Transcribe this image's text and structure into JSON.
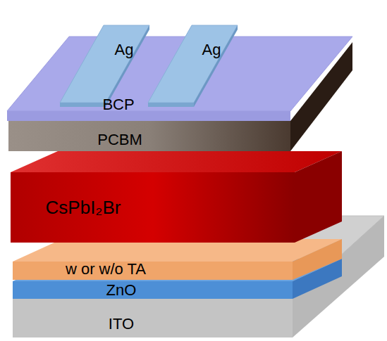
{
  "diagram": {
    "nodes": [
      {
        "text": [
          "Ag"
        ]
      },
      {
        "text": [
          "Ag"
        ]
      },
      {
        "text": [
          "BCP"
        ]
      },
      {
        "text": [
          "PCBM"
        ]
      },
      {
        "text": [
          "CsPbI₂Br"
        ]
      },
      {
        "text": [
          "w or w/o TA"
        ]
      },
      {
        "text": [
          "ZnO"
        ]
      },
      {
        "text": [
          "ITO"
        ]
      }
    ]
  }
}
